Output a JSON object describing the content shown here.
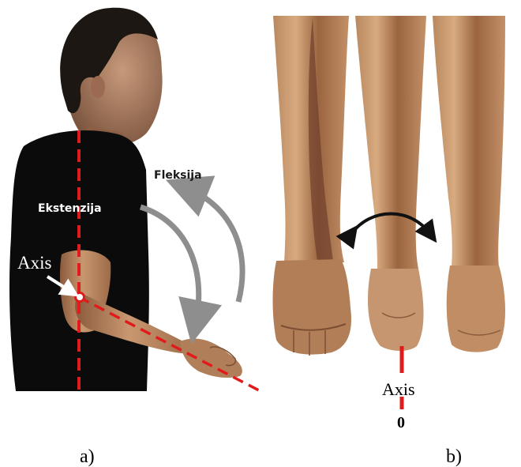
{
  "panel_a": {
    "caption": "a)",
    "label_flexion": "Fleksija",
    "label_extension": "Ekstenzija",
    "label_axis": "Axis"
  },
  "panel_b": {
    "caption": "b)",
    "label_axis": "Axis",
    "label_zero": "0"
  },
  "colors": {
    "axis_red": "#e01b1b",
    "shirt": "#0b0b0b",
    "skin": "#c4936c",
    "skin_dark": "#8a5a3c",
    "arrow_gray": "#8e8e8e",
    "arrow_black": "#111111"
  }
}
